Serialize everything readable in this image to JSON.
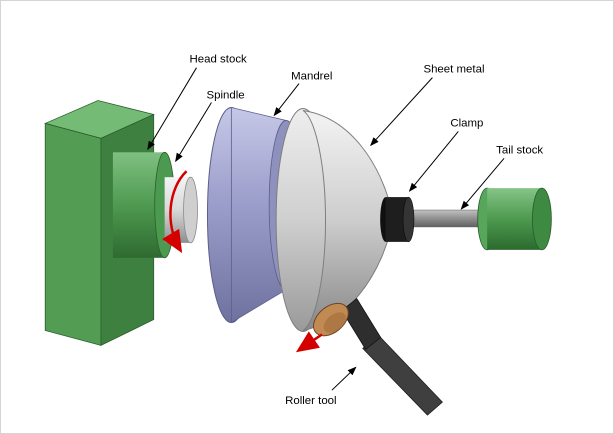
{
  "diagram": {
    "labels": {
      "head_stock": "Head stock",
      "spindle": "Spindle",
      "mandrel": "Mandrel",
      "sheet_metal": "Sheet metal",
      "clamp": "Clamp",
      "tail_stock": "Tail stock",
      "roller_tool": "Roller tool"
    },
    "colors": {
      "machine_green": "#529c54",
      "machine_green_dark": "#3d803f",
      "machine_green_light": "#74bc76",
      "mandrel_purple": "#9b9dca",
      "sheet_metal_gray": "#cdcdcd",
      "clamp_black": "#1e1e1e",
      "shaft_gray": "#8f8f8f",
      "roller_tan": "#c18a52",
      "tool_dark_gray": "#3f3f3f",
      "rotation_arrow_red": "#d40000",
      "leader_line_black": "#000000"
    }
  }
}
